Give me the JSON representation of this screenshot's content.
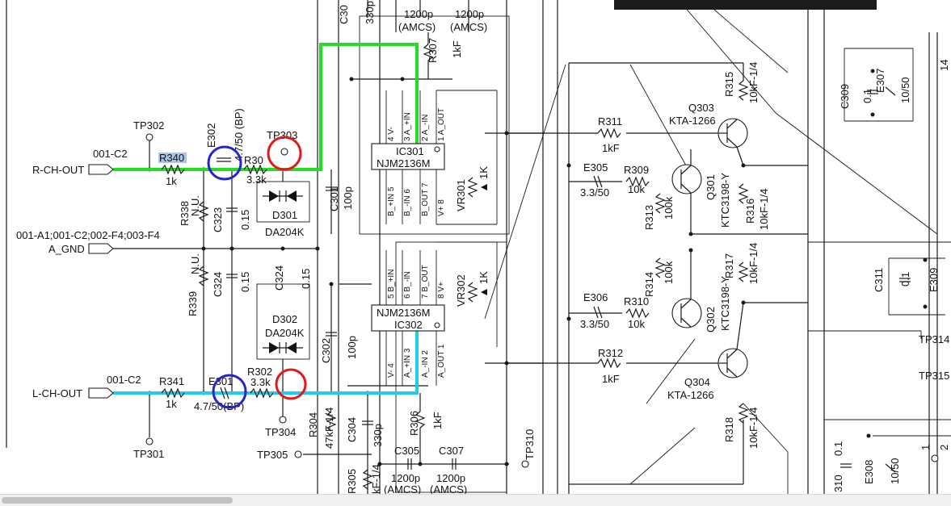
{
  "labels": {
    "tp302": "TP302",
    "tp303": "TP303",
    "tp301": "TP301",
    "tp304": "TP304",
    "tp305": "TP305",
    "tp310": "TP310",
    "tp314": "TP314",
    "tp315": "TP315",
    "r_ch_out": "R-CH-OUT",
    "l_ch_out": "L-CH-OUT",
    "a_gnd": "A_GND",
    "conn_001c2_top": "001-C2",
    "conn_001c2_bot": "001-C2",
    "gnd_refs": "001-A1;001-C2;002-F4;003-F4",
    "r340": "R340",
    "r340_val": "1k",
    "r341": "R341",
    "r341_val": "1k",
    "e302": "E302",
    "e302_val": "4.7/50 (BP)",
    "e301": "E301",
    "e301_val": "4.7/50(BP)",
    "r301": "R30",
    "r301_val": "3.3k",
    "r302": "R302",
    "r302_val": "3.3k",
    "d301": "D301",
    "d301_part": "DA204K",
    "d302": "D302",
    "d302_part": "DA204K",
    "c301": "C301",
    "c301_val": "100p",
    "c302": "C302",
    "c302_val": "100p",
    "r338": "R338",
    "r338_nu": "N.U.",
    "r339": "R339",
    "r339_nu": "N.U.",
    "c323": "C323",
    "c323_val": "0.15",
    "c324a": "C324",
    "c324a_val": "0.15",
    "c324b": "C324",
    "c324b_val": "0.15",
    "c304": "C304",
    "c304_val": "330p",
    "c303": "C30",
    "c303_val": "330p",
    "r304": "R304",
    "r304_val": "47kF-1/4",
    "r305": "R305",
    "r305_val": "kF-1/4",
    "r306": "R306",
    "r306_val": "1kF",
    "r307": "R307",
    "r307_val": "1kF",
    "c305": "C305",
    "c305_val": "1200p",
    "c305_sub": "(AMCS)",
    "c307": "C307",
    "c307_val": "1200p",
    "c307_sub": "(AMCS)",
    "ctop1_val": "1200p",
    "ctop1_sub": "(AMCS)",
    "ctop2_val": "1200p",
    "ctop2_sub": "(AMCS)",
    "ic301": "IC301",
    "ic301_part": "NJM2136M",
    "ic302": "IC302",
    "ic302_part": "NJM2136M",
    "ic301_pins": [
      "4 V-",
      "3 A_+IN",
      "2 A_-IN",
      "1 A_OUT",
      "B_+IN 5",
      "B_-IN 6",
      "B_OUT 7",
      "V+ 8"
    ],
    "ic302_pins": [
      "5 B_+IN",
      "6 B_-IN",
      "7 B_OUT",
      "8 V+",
      "V- 4",
      "A_+IN 3",
      "A_-IN 2",
      "A_OUT 1"
    ],
    "vr301": "VR301",
    "vr301_val": "1K",
    "vr302": "VR302",
    "vr302_val": "1K",
    "r311": "R311",
    "r311_val": "1kF",
    "r312": "R312",
    "r312_val": "1kF",
    "r309": "R309",
    "r309_val": "10k",
    "r310": "R310",
    "r310_val": "10k",
    "r313": "R313",
    "r313_val": "100k",
    "r314": "R314",
    "r314_val": "100k",
    "e305": "E305",
    "e305_val": "3.3/50",
    "e306": "E306",
    "e306_val": "3.3/50",
    "q301": "Q301",
    "q301_part": "KTC3198-Y",
    "q302": "Q302",
    "q302_part": "KTC3198-Y",
    "q303": "Q303",
    "q303_part": "KTA-1266",
    "q304": "Q304",
    "q304_part": "KTA-1266",
    "r315": "R315",
    "r315_val": "10kF-1/4",
    "r316": "R316",
    "r316_val": "10kF-1/4",
    "r317": "R317",
    "r317_val": "10kF-1/4",
    "r318": "R318",
    "r318_val": "10kF-1/4",
    "c309": "C309",
    "c309_val": "0.1",
    "e307": "E307",
    "e307_val": "10/50",
    "c311": "C311",
    "c311_val": "0.1",
    "e309": "E309",
    "e308": "E308",
    "e308_val": "10/50",
    "c310_frag": "310",
    "c310_val": "0.1",
    "edge_14": "14",
    "edge_1": "1",
    "edge_2": "2"
  },
  "colors": {
    "right_channel_trace": "#22dd22",
    "left_channel_trace": "#22ccee",
    "testpoint_circle": "#e01818",
    "bp_cap_circle": "#2626c8",
    "label_highlight": "#a9c6e8"
  }
}
